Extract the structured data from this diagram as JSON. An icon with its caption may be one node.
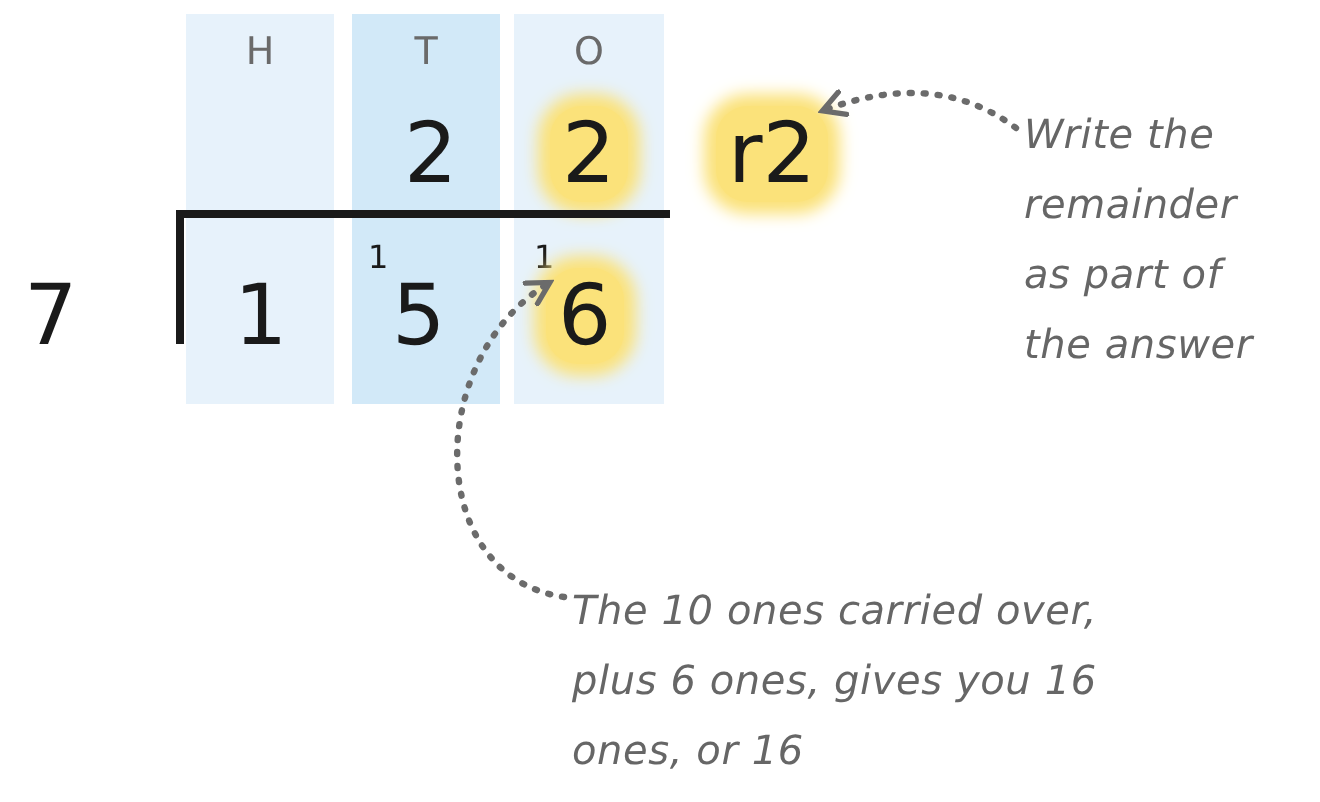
{
  "diagram": {
    "nodes": [
      {
        "text": [
          "H"
        ]
      },
      {
        "text": [
          "T"
        ]
      },
      {
        "text": [
          "O"
        ]
      },
      {
        "text": [
          "1"
        ],
        "in": 0
      },
      {
        "text": [
          "2"
        ],
        "in": 1
      },
      {
        "text": [
          "1"
        ],
        "in": 1
      },
      {
        "text": [
          "5"
        ],
        "in": 1
      },
      {
        "text": [
          "2"
        ],
        "in": 2
      },
      {
        "text": [
          "1"
        ],
        "in": 2
      },
      {
        "text": [
          "6"
        ],
        "in": 2
      },
      {
        "text": [
          "r2"
        ]
      },
      {
        "text": [
          "Write the remainder as part of the answer"
        ]
      },
      {
        "text": [
          "The 10 ones carried over, plus 6 ones, gives you 16 ones, or 16"
        ]
      }
    ],
    "edges": [
      {
        "from": 11,
        "to": 10,
        "arrow": "to",
        "style": "dashed"
      },
      {
        "from": 12,
        "to": 9,
        "arrow": "to",
        "style": "dashed"
      }
    ],
    "labels": [
      "7"
    ]
  }
}
